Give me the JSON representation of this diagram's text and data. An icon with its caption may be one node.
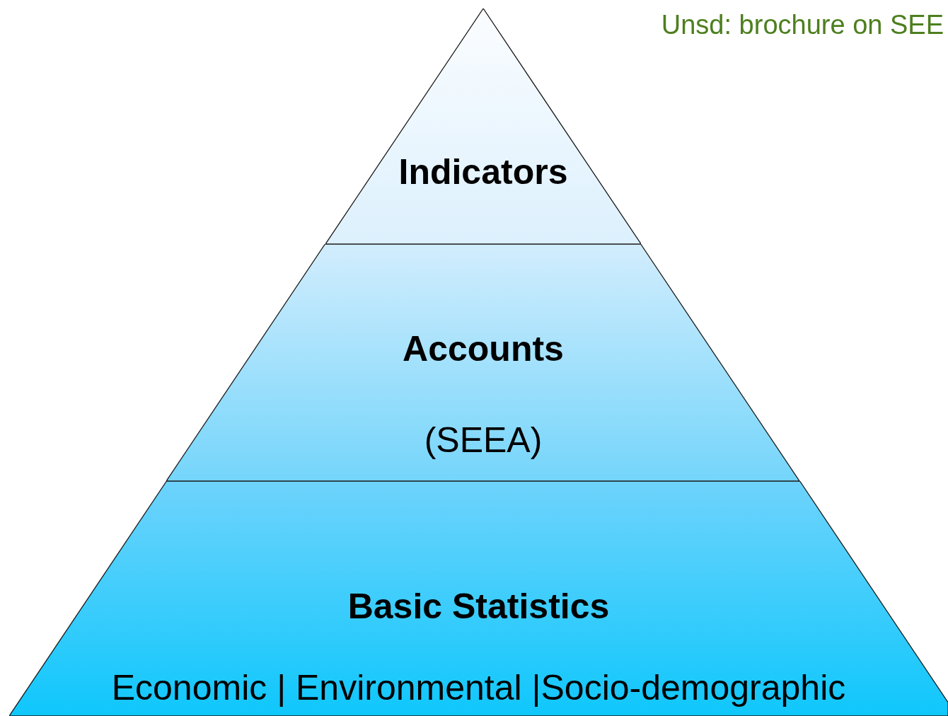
{
  "diagram": {
    "nodes": [
      {
        "text": [
          "Indicators"
        ]
      },
      {
        "text": [
          "Accounts",
          "(SEEA)"
        ]
      },
      {
        "text": [
          "Basic Statistics",
          "Economic | Environmental |Socio-demographic"
        ]
      }
    ],
    "labels": [
      "Unsd: brochure on SEE"
    ]
  }
}
